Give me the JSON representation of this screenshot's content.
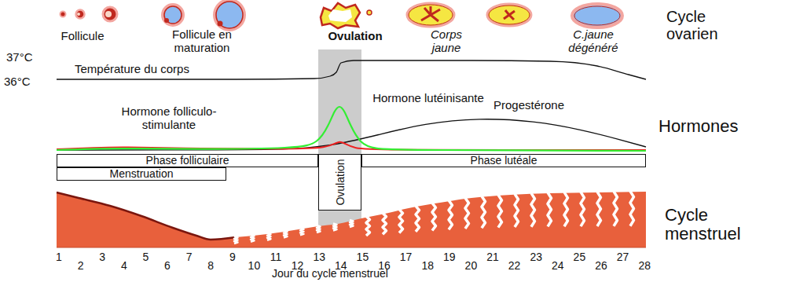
{
  "diagram": {
    "nodes": [
      {
        "text": [
          "Phase folliculaire"
        ]
      },
      {
        "text": [
          "Menstruation"
        ]
      },
      {
        "text": [
          "Ovulation"
        ]
      },
      {
        "text": [
          "Phase lutéale"
        ]
      }
    ],
    "labels": [
      "Follicule",
      "Follicule en maturation",
      "Ovulation",
      "Corps jaune",
      "C.jaune dégénéré",
      "Cycle ovarien",
      "37°C",
      "36°C",
      "Température du corps",
      "Hormone lutéinisante",
      "Progestérone",
      "Hormone folliculo-stimulante",
      "Hormones",
      "Cycle menstruel",
      "1",
      "2",
      "3",
      "4",
      "5",
      "6",
      "7",
      "8",
      "9",
      "10",
      "11",
      "12",
      "13",
      "14",
      "15",
      "16",
      "17",
      "18",
      "19",
      "20",
      "21",
      "22",
      "23",
      "24",
      "25",
      "26",
      "27",
      "28",
      "Jour du cycle menstruel"
    ]
  }
}
